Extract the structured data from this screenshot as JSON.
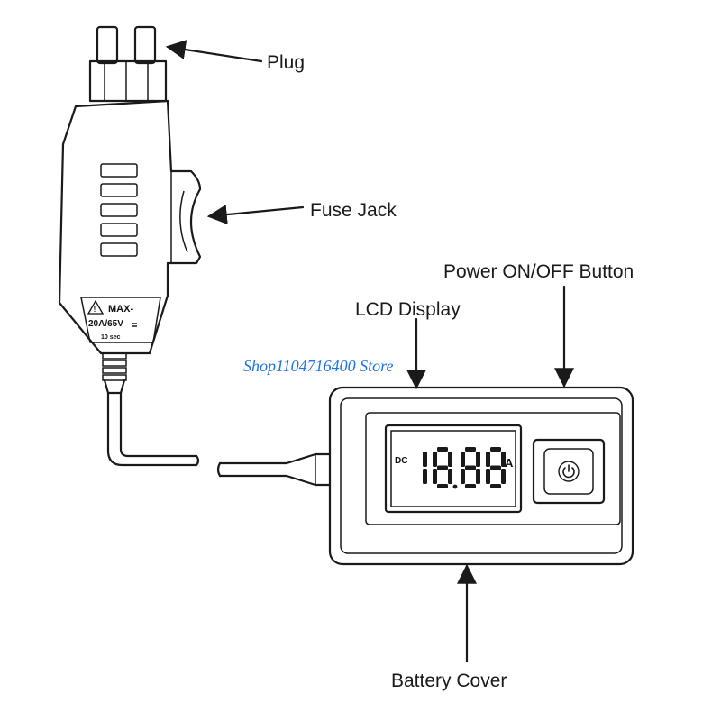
{
  "labels": {
    "plug": "Plug",
    "fuse_jack": "Fuse Jack",
    "power_button": "Power ON/OFF Button",
    "lcd_display": "LCD Display",
    "battery_cover": "Battery Cover"
  },
  "plug_body": {
    "warning_line1": "MAX-",
    "warning_line2": "20A/65V",
    "warning_line3": "10 sec"
  },
  "lcd": {
    "mode": "DC",
    "reading": "18.88",
    "unit": "A"
  },
  "icons": {
    "power": "power-icon",
    "warning": "warning-triangle-icon"
  },
  "watermark": "Shop1104716400 Store",
  "colors": {
    "outline": "#1a1a1a",
    "watermark": "#1e73e8"
  }
}
